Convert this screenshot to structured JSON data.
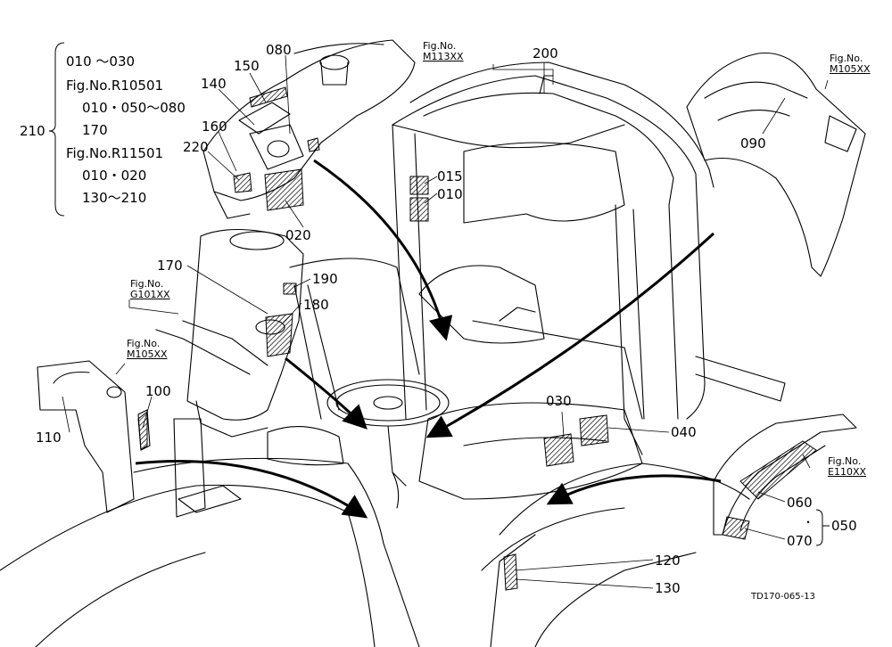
{
  "colors": {
    "ink": "#000000",
    "paper": "#ffffff",
    "hatch": "#000000"
  },
  "part_labels": {
    "p080": "080",
    "p150": "150",
    "p140": "140",
    "p160": "160",
    "p220": "220",
    "p020": "020",
    "p200": "200",
    "p015": "015",
    "p010": "010",
    "p090": "090",
    "p170": "170",
    "p190": "190",
    "p180": "180",
    "p100": "100",
    "p110": "110",
    "p030": "030",
    "p040": "040",
    "p060": "060",
    "p070": "070",
    "p050": "050",
    "p120": "120",
    "p130": "130",
    "p210": "210"
  },
  "fig_refs": {
    "m113": {
      "label": "Fig.No.",
      "code": "M113XX"
    },
    "m105_top": {
      "label": "Fig.No.",
      "code": "M105XX"
    },
    "g101": {
      "label": "Fig.No.",
      "code": "G101XX"
    },
    "m105_left": {
      "label": "Fig.No.",
      "code": "M105XX"
    },
    "e110": {
      "label": "Fig.No.",
      "code": "E110XX"
    }
  },
  "group_210": {
    "lines": [
      "010 ～030",
      "Fig.No.R10501",
      "010・050～080",
      "170",
      "Fig.No.R11501",
      "010・020",
      "130～210"
    ]
  },
  "drawing_code": "TD170-065-13"
}
